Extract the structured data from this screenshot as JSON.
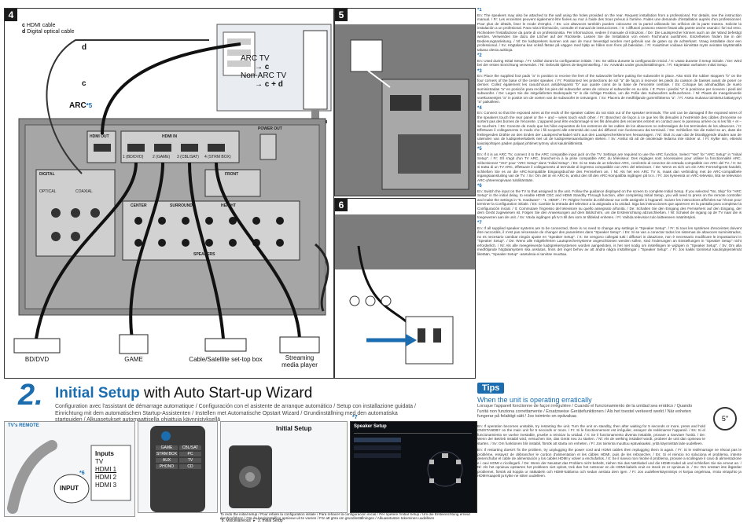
{
  "panel4": {
    "number": "4",
    "legend_c": "c",
    "legend_c_text": "HDMI cable",
    "legend_d": "d",
    "legend_d_text": "Digital optical cable",
    "callout_d": "d",
    "callout_c": "c",
    "arc_tv": "ARC TV",
    "arc_tv_cable": "→ c",
    "non_arc_tv": "Non-ARC TV",
    "non_arc_tv_cable": "→ c + d",
    "arc_label": "ARC",
    "arc_note": "*5",
    "hdmi_out": "HDMI OUT",
    "hdmi_in": "HDMI IN",
    "hdmi_in_ports": [
      "1 (BD/DVD)",
      "2 (GAME)",
      "3 (CBL/SAT)",
      "4 (STRM BOX)"
    ],
    "digital": "DIGITAL",
    "optical": "OPTICAL",
    "coaxial": "COAXIAL",
    "front": "FRONT",
    "center": "CENTER",
    "surround": "SURROUND",
    "height": "HEIGHT",
    "speakers": "SPEAKERS",
    "power_out": "POWER OUT",
    "devices": [
      "BD/DVD",
      "GAME",
      "Cable/Satellite set-top box",
      "Streaming media player"
    ]
  },
  "panel5": {
    "number": "5"
  },
  "panel6": {
    "number": "6"
  },
  "notes": {
    "n1_mark": "*1",
    "n1": "En: The speakers may also be attached to the wall using the holes provided on the rear. Request installation from a professional. For details, see the instruction manual. / Fr: Les enceintes peuvent également être fixées au mur à l'aide des trous prévus à l'arrière. Faites une demande d'installation auprès d'un professionnel. Pour plus de détails, lisez le mode d'emploi. / Es: Los altavoces también pueden colocarse en la pared utilizando los orificios de la parte trasera. Solicite la instalación a un profesional. Para más información, consulte el manual de instrucciones. / It: I diffusori possono essere fissati alla parete anche usando i fori sul retro. Richiedere l'installazione da parte di un professionista. Per informazioni, vedere il manuale di istruzioni. / De: Die Lautsprecher können auch an der Wand befestigt werden. Verwenden Sie dazu die Löcher auf der Rückseite. Lassen Sie die Installation von einem Fachmann ausführen. Einzelheiten finden Sie in der Bedienungsanleitung. / Nl: De luidsprekers kunnen ook aan de muur bevestigd worden met gebruik van de gaten op de achterkant. Vraag installatie door een professional. / Sv: Högtalarna kan också fästas på väggen med hjälp av hålen som finns på baksidan. / Fi: Kaiuttimet voidaan kiinnittää myös seinään käyttämällä takana olevia aukkoja.",
    "n2_mark": "*2",
    "n2": "En: Used during Initial Setup. / Fr: Utilisé durant la configuration initiale. / Es: Se utiliza durante la configuración inicial. / It: Usato durante il Setup iniziale. / De: Wird bei der ersten Einrichtung verwendet. / Nl: Gebruikt tijdens de Begininstelling. / Sv: Används under grundinställningen. / Fi: Käytetään varhaisen Initial Setup.",
    "n3_mark": "*3",
    "n3": "En: Place the supplied foot pads \"a\" in position to receive the feet of the subwoofer before putting the subwoofer in place. Also stick the rubber stoppers \"b\" on the four corners of the base of the center speaker. / Fr: Positionnez les protections de sol \"a\" de façon à recevoir les pieds du caisson de basses avant de poser ce dernier. Collez également les caoutchoucs antidérapants \"b\" aux quatre coins de la base de l'enceinte centrale. / Es: Coloque las almohadillas de suelo suministradas \"a\" en posición para recibir los pies del subwoofer antes de colocar el subwoofer en su sitio. / It: Porre i piedini \"a\" in posizione per ricevere i piedi del subwoofer. / De: Legen Sie die mitgelieferten Bodenpads \"a\" in die richtige Position, um die Füße des Subwoofers aufzunehmen. / Nl: Plaats de meegeleverde voetkussentjes \"a\" in positie om de voeten van de subwoofer te ontvangen. / Sv: Placera de medföljande gummifötterna \"a\". / Fi: Aseta mukana toimitetut lattiatyynyt \"a\" paikalleen.",
    "n4_mark": "*4",
    "n4": "En: Connect so that the exposed wires at the ends of the speaker cables do not stick out of the speaker terminals. The unit can be damaged if the exposed wires of the speakers touch the rear panel or the + and – wires touch each other. / Fr: Branchez de façon à ce que les fils dénudés à l'extrémité des câbles d'enceinte ne sortent pas des bornes de l'enceinte. L'appareil peut être endommagé si les fils dénudés des enceintes entrent en contact avec le panneau arrière ou si les fils + et – se touchent. / Es: Conecte de modo que los hilos expuestos de los extremos de los cables de los altavoces no sobresalgan de los terminales de los altavoces. / It: Effettuare il collegamento in modo che i fili scoperti alle estremità dei cavi dei diffusori non fuoriescano dai terminali. / De: Schließen Sie die Kabel so an, dass die freiliegenden Drähte an den Enden der Lautsprecherkabel nicht aus den Lautsprecherklemmen herausragen. / Nl: Sluit zo aan dat de blootliggende draden aan de uiteinden van de luidsprekerkabels niet uit de luidsprekeraansluitingen steken. / Sv: Anslut så att de oisolerade ledarna inte sticker ut. / Fi: Kytke niin, etteivät kaiutinjohtojen päiden paljaat johtimet työnny ulos kaiutinliittimistä.",
    "n5_mark": "*5",
    "n5": "En: If it is an ARC TV, connect it to the ARC compatible input jack on the TV. Settings are required to use the ARC function. Select \"Yes\" for \"ARC Setup\" in \"Initial Setup\". / Fr: S'il s'agit d'un TV ARC, branchez-la à la prise compatible ARC du téléviseur. Des réglages sont nécessaires pour utiliser la fonctionnalité ARC. Sélectionnez \"Yes\" pour \"ARC Setup\" dans \"Initial Setup\". / Es: Si se trata de un televisor ARC, conéctelo al conector de entrada compatible con ARC del TV. / It: Se si tratta di un TV ARC, effettuare il collegamento al terminale di ingresso compatibile con ARC del televisore. / De: Wenn es sich um ein ARC-Fernsehgerät handelt, schließen Sie es an die ARC-kompatible Eingangsbuchse des Fernsehers an. / Nl: Als het een ARC TV is, maak dan verbinding met de ARC-compatibele ingangsaansluiting van de TV. / Sv: Om det är en ARC-tv, anslut den till den ARC-kompatibla ingången på tv:n. / Fi: Jos kyseessä on ARC-televisio, liitä se television ARC-yhteensopivaan tuloliitäntään.",
    "n6_mark": "*6",
    "n6": "En: Switch the input on the TV to that assigned to the unit. Follow the guidance displayed on the screen to complete Initial Setup. If you selected \"No, Skip\" for \"ARC Setup\" in the initial delay, to enable HDMI CEC and HDMI Standby Through function, after completing Initial Setup, you will need to press on the remote controller and make the settings in \"5. Hardware\" - \"1. HDMI\". / Fr: Réglez l'entrée du téléviseur sur celle assignée à l'appareil. Suivez les instructions affichées sur l'écran pour terminer la Configuration initiale. / Es: Cambie la entrada del televisor a la asignada a la unidad. Siga las instrucciones que aparecen en la pantalla para completar la Configuración inicial. / It: Commutare l'ingresso del televisore su quello assegnato all'unità. / De: Schalten Sie den Eingang des Fernsehers auf den Eingang, der dem Gerät zugewiesen ist. Folgen Sie den Anweisungen auf dem Bildschirm, um die Ersteinrichtung abzuschließen. / Nl: Schakel de ingang op de TV naar die is toegewezen aan de unit. / Sv: Växla ingången på tv:n till den som är tilldelad enheten. / Fi: Vaihda television tulo laitteeseen määritetyksi.",
    "n7_mark": "*7",
    "n7": "En: If all supplied speaker systems are to be connected, there is no need to change any settings in \"Speaker Setup\". / Fr: Si tous les systèmes d'enceintes doivent être raccordés, il n'est pas nécessaire de changer des paramètres dans \"Speaker Setup\". / Es: Si se van a conectar todos los sistemas de altavoces suministrados, no es necesario cambiar ningún ajuste en \"Speaker Setup\". / It: Se vengono collegati tutti i diffusori in dotazione, non è necessario modificare le impostazioni in \"Speaker Setup\". / De: Wenn alle mitgelieferten Lautsprechersysteme angeschlossen werden sollen, sind Änderungen an Einstellungen in \"Speaker Setup\" nicht erforderlich. / Nl: Als alle meegeleverde luidsprekersystemen worden aangesloten, is het niet nodig om instellingen te wijzigen in \"Speaker Setup\". / Sv: Om alla medföljande högtalarsystem ska anslutas, finns det inget behov av att ändra några inställningar i \"Speaker Setup\". / Fi: Jos kaikki toimitetut kaiutinjärjestelmät liitetään, \"Speaker Setup\" -asetuksia ei tarvitse muuttaa."
  },
  "setup": {
    "step": "2.",
    "title_bold": "Initial Setup",
    "title_rest": " with Auto Start-up Wizard",
    "subtitle": "Configuration avec l'assistant de démarrage automatique / Configuración con el asistente de arranque automático / Setup con installazione guidata / Einrichtung mit dem automatischen Startup-Assistenten / Instellen met Automatische Opstart Wizard / Grundinställning med den automatiska startguiden / Alkuasetukset automaattisella ohjattuja käynnistyksellä",
    "tv_remote": "TV's REMOTE",
    "input_label": "INPUT",
    "note6": "*6",
    "note7": "*7",
    "inputs_title": "Inputs",
    "inputs": [
      "TV",
      "HDMI 1",
      "HDMI 2",
      "HDMI 3"
    ],
    "initial_setup_label": "Initial Setup",
    "speaker_setup_header": "Speaker Setup",
    "redo": "To redo the initial setup / Pour refaire la configuration initiale / Para rehacer la configuración inicial / Per ripetere l'initial Setup / Um die Ersteinrichtung erneut durchzuführen / Om de begininstelling opnieuw uit te voeren / För att göra om grundinställningen / Alkuasetusten tekeminen uudelleen",
    "menu_path_1": "\"8. Miscellaneous\"",
    "menu_path_2": "\"3. Initial Setup\"",
    "remote_buttons": [
      "GAME",
      "CBL/SAT",
      "STRM BOX",
      "PC",
      "AUX",
      "TV",
      "PHONO",
      "CD"
    ]
  },
  "tips": {
    "badge": "Tips",
    "heading": "When the unit is operating erratically",
    "subheading": "Lorsque l'appareil fonctionne de façon irrégulière / Cuando el funcionamiento de la unidad sea errático / Quando l'unità non funziona correttamente / Ersatzweise Gerätefunktionen / Als het toestel verkeerd werkt / När enheten fungerar på felaktigt sätt / Jos toiminto on epävakaa",
    "timer": "5\"",
    "body_1": "En: If operation becomes unstable, try restarting the unit. Turn the unit on standby, then after waiting for 5 seconds or more, press and hold ON/STANDBY on the main unit for 5 seconds or more. / Fr: Si le fonctionnement est irrégulier, essayez de redémarrer l'appareil. / Es: Si el funcionamiento se vuelve inestable, pruebe a reiniciar la unidad. / It: Se il funzionamento diventa instabile, provare a riavviare l'unità. / De: Wenn der Betrieb instabil wird, versuchen Sie, das Gerät neu zu starten. / Nl: Als de werking instabiel wordt, probeer de unit dan opnieuw te starten. / Sv: Om funktionen blir instabil, försök att starta om enheten. / Fi: Jos toiminta muuttuu epävakaaksi, yritä käynnistää laite uudelleen.",
    "body_2": "En: If restarting doesn't fix the problem, try unplugging the power cord and HDMI cables then replugging them in again. / Fr: Si le redémarrage ne résout pas le problème, essayez de débrancher le cordon d'alimentation et les câbles HDMI, puis de les rebrancher. / Es: Si el reinicio no soluciona el problema, intente desenchufar el cable de alimentación y los cables HDMI y volver a enchufarlos. / It: Se il riavvio non risolve il problema, provare a scollegare il cavo di alimentazione e i cavi HDMI e ricollegarli. / De: Wenn der Neustart das Problem nicht behebt, ziehen Sie das Netzkabel und die HDMI-Kabel ab und schließen Sie sie erneut an. / Nl: Als het opnieuw opstarten het probleem niet oplost, trek dan het netsnoer en de HDMI-kabels eruit en steek ze er opnieuw in. / Sv: Om omstart inte åtgärdar problemet, försök att koppla ur nätkabeln och HDMI-kablarna och sedan ansluta dem igen. / Fi: Jos uudelleenkäynnistys ei korjaa ongelmaa, irrota virtajohto ja HDMI-kaapelit ja kytke ne sitten uudelleen."
  }
}
